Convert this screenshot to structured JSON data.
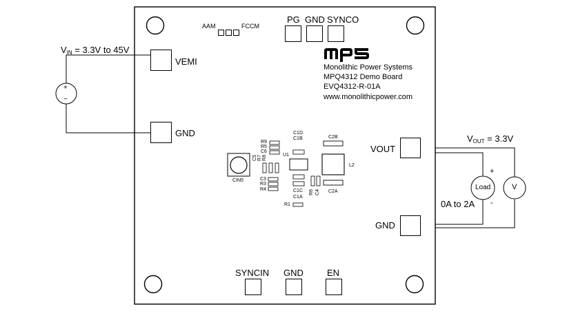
{
  "board": {
    "company": "Monolithic Power Systems",
    "product": "MPQ4312 Demo Board",
    "part_number": "EVQ4312-R-01A",
    "website": "www.monolithicpower.com",
    "logo_text": "MPS"
  },
  "input": {
    "label_prefix": "V",
    "label_sub": "IN",
    "label_suffix": " = 3.3V to 45V",
    "source_plus": "+",
    "source_minus": "−"
  },
  "output": {
    "label_prefix": "V",
    "label_sub": "OUT",
    "label_suffix": " = 3.3V",
    "load_label": "Load",
    "load_plus": "+",
    "load_minus": "-",
    "load_range": "0A to 2A",
    "meter_label": "V"
  },
  "pads": {
    "vemi": "VEMI",
    "gnd_left": "GND",
    "vout": "VOUT",
    "gnd_right": "GND",
    "pg": "PG",
    "gnd_top": "GND",
    "synco": "SYNCO",
    "syncin": "SYNCIN",
    "gnd_bottom": "GND",
    "en": "EN"
  },
  "jumper": {
    "aam": "AAM",
    "fccm": "FCCM"
  },
  "components": {
    "r9": "R9",
    "r5": "R5",
    "c6": "C6",
    "c5": "C5",
    "r7": "R7",
    "r8": "R8",
    "c3": "C3",
    "r3": "R3",
    "r4": "R4",
    "c1d": "C1D",
    "c1b": "C1B",
    "u1": "U1",
    "c1c": "C1C",
    "c1a": "C1A",
    "r1": "R1",
    "r6": "R6",
    "c4": "C4",
    "c2b": "C2B",
    "c2a": "C2A",
    "l2": "L2",
    "cin5": "CIN5"
  }
}
